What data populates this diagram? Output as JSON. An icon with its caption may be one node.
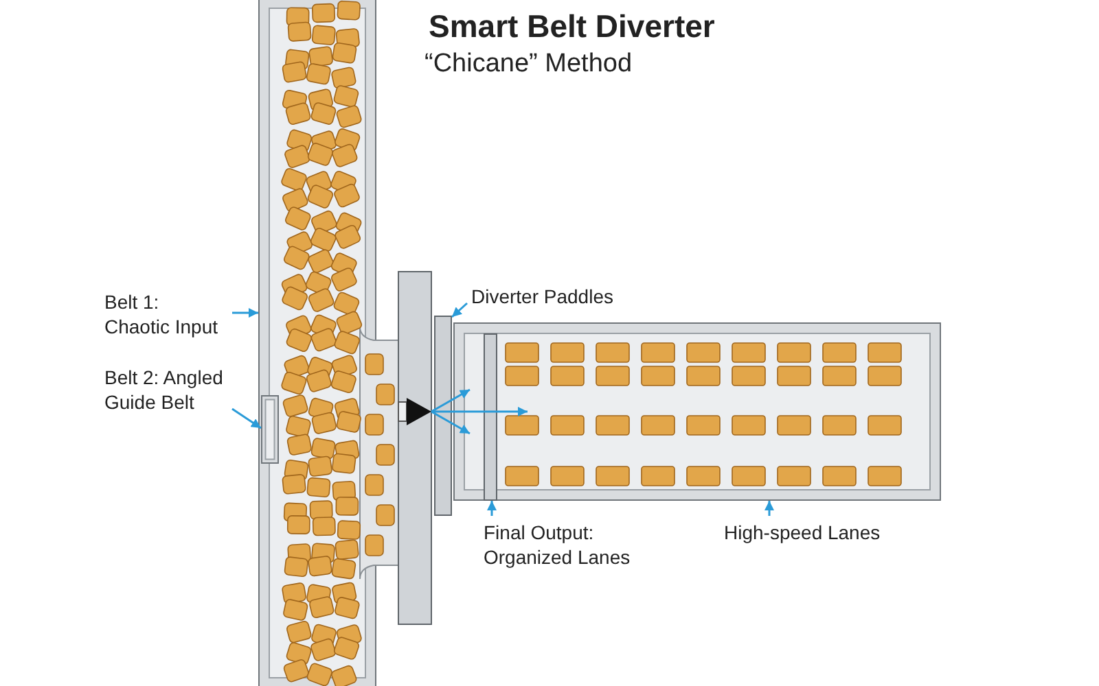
{
  "diagram": {
    "title": "Smart Belt Diverter",
    "nodes": [
      {
        "text": [
          "Belt 1: Chaotic Input"
        ]
      },
      {
        "text": [],
        "shape": "box"
      },
      {
        "text": [
          "Belt 2: Angled Guide Belt"
        ]
      },
      {
        "text": [],
        "shape": "box",
        "in": 1
      },
      {
        "text": [
          "Diverter Paddles"
        ]
      },
      {
        "text": [],
        "shape": "bar"
      },
      {
        "text": [],
        "shape": "box"
      },
      {
        "text": [],
        "shape": "bar",
        "in": 6
      },
      {
        "text": [
          "Final Output: Organized Lanes"
        ]
      },
      {
        "text": [
          "High-speed Lanes"
        ]
      }
    ],
    "edges": [
      {
        "from": 0,
        "to": 1,
        "arrow": "to"
      },
      {
        "from": 2,
        "to": 3,
        "arrow": "to"
      },
      {
        "from": 4,
        "to": 5,
        "arrow": "to"
      },
      {
        "from": 8,
        "to": 7,
        "arrow": "to"
      },
      {
        "from": 9,
        "to": 6,
        "arrow": "to"
      }
    ],
    "labels": [
      "“Chicane” Method"
    ]
  }
}
